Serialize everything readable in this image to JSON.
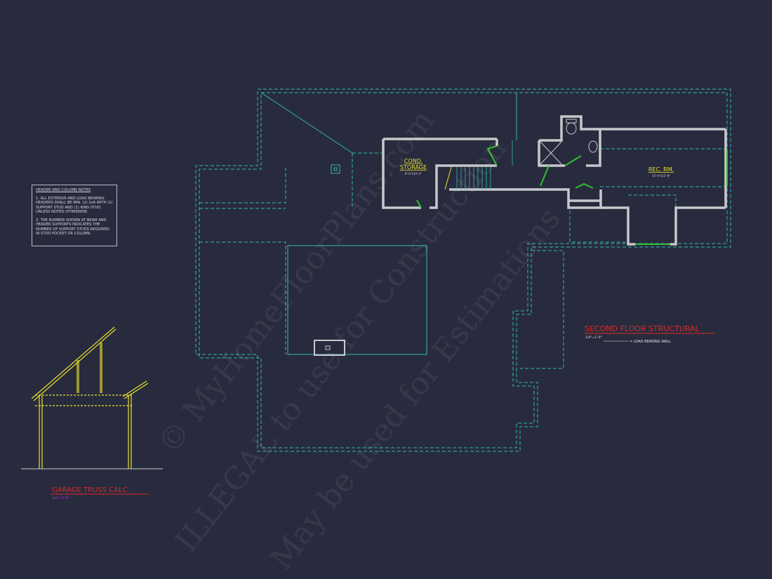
{
  "notes": {
    "title": "HEADER AND COLUMN NOTES",
    "items": [
      "1. ALL EXTERIOR AND LOAD BEARING HEADERS SHALL BE MIN. (2) 2x6 WITH (1) SUPPORT STUD AND (1) KING STUD, UNLESS NOTED OTHERWISE.",
      "2. THE NUMBER SHOWN AT BEAM AND HEADER SUPPORTS INDICATES THE NUMBER OF SUPPORT STUDS REQUIRED IN STUD POCKET OR COLUMN."
    ]
  },
  "rooms": {
    "storage": {
      "name1": "COND.",
      "name2": "STORAGE",
      "size": "8'-6\"x10'-4\""
    },
    "rec": {
      "name": "REC. RM.",
      "size": "15'-4\"x12'-8\""
    }
  },
  "plan_title": {
    "title": "SECOND FLOOR STRUCTURAL",
    "scale": "1/4\"=1'-0\"",
    "legend": "= LOAD BEARING WALL"
  },
  "truss_title": {
    "title": "GARAGE TRUSS CALC.",
    "scale": "1/4\"=1'-0\""
  },
  "watermark": [
    "© MyHomeFloorPlans.com",
    "ILLEGAL to use for Construction",
    "May be used for Estimations"
  ],
  "colors": {
    "background": "#282b3d",
    "wall": "#c8c8cc",
    "dashed": "#2fb8b8",
    "label": "#e8e030",
    "title": "#e02828",
    "door": "#30c030"
  }
}
